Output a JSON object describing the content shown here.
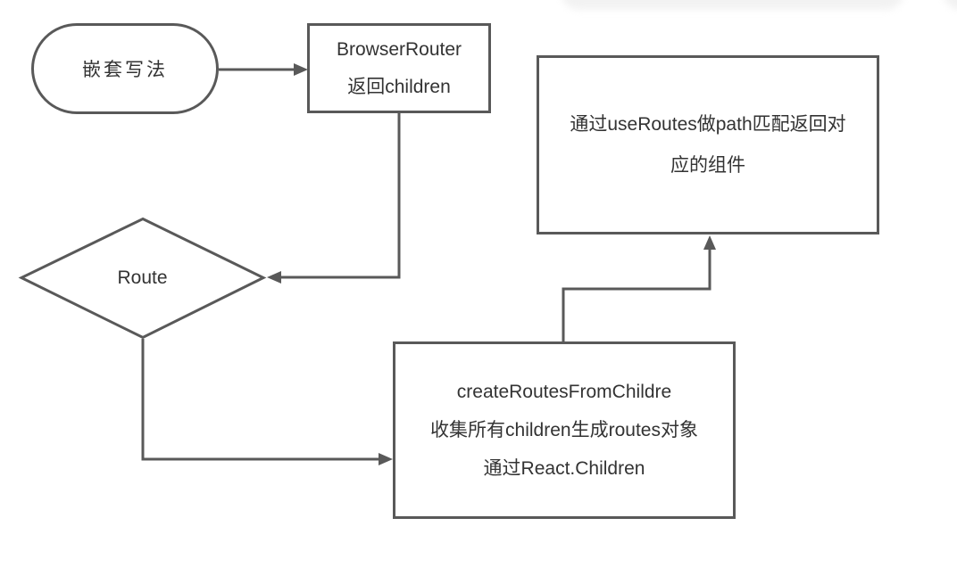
{
  "canvas": {
    "background": "#ffffff",
    "stroke_color": "#595959",
    "text_color": "#333333"
  },
  "nodes": {
    "start": {
      "shape": "stadium",
      "label": "嵌套写法"
    },
    "browser_router": {
      "shape": "rectangle",
      "lines": [
        "BrowserRouter",
        "返回children"
      ]
    },
    "use_routes": {
      "shape": "rectangle",
      "lines": [
        "通过useRoutes做path匹配返回对",
        "应的组件"
      ]
    },
    "route": {
      "shape": "diamond",
      "label": "Route"
    },
    "create_routes": {
      "shape": "rectangle",
      "lines": [
        "createRoutesFromChildre",
        "收集所有children生成routes对象",
        "通过React.Children"
      ]
    }
  },
  "edges": [
    {
      "from": "start",
      "to": "browser_router"
    },
    {
      "from": "browser_router",
      "to": "route"
    },
    {
      "from": "route",
      "to": "create_routes"
    },
    {
      "from": "create_routes",
      "to": "use_routes"
    }
  ]
}
